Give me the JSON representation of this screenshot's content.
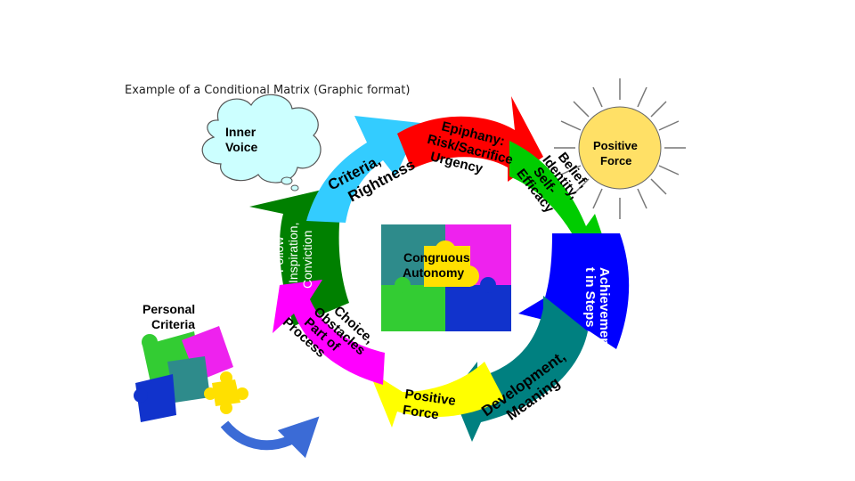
{
  "caption": "Example of  a Conditional Matrix (Graphic format)",
  "thought_bubble": {
    "line1": "Inner",
    "line2": "Voice"
  },
  "personal_criteria": {
    "line1": "Personal",
    "line2": "Criteria"
  },
  "positive_force_sun": {
    "line1": "Positive",
    "line2": "Force"
  },
  "center": {
    "line1": "Congruous",
    "line2": "Autonomy"
  },
  "segments": {
    "criteria": {
      "line1": "Criteria,",
      "line2": "Rightness"
    },
    "epiphany": {
      "line1": "Epiphany:",
      "line2": "Risk/Sacrifice",
      "line3": "Urgency"
    },
    "belief": {
      "line1": "Belief,",
      "line2": "Identity,",
      "line3": "Self-",
      "line4": "Efficacy"
    },
    "achievement": {
      "line1": "Achievemen",
      "line2": "t in Steps"
    },
    "development": {
      "line1": "Development,",
      "line2": "Meaning"
    },
    "positive_force": {
      "line1": "Positive",
      "line2": "Force"
    },
    "choice": {
      "line1": "Choice,",
      "line2": "Obstacles",
      "line3": "Part of",
      "line4": "Process"
    },
    "follow": {
      "line1": "Follow",
      "line2": "Inspiration,",
      "line3": "Conviction"
    }
  },
  "colors": {
    "criteria": "#33ccff",
    "epiphany": "#ff0000",
    "belief": "#00cc00",
    "achievement": "#0000ff",
    "development": "#008080",
    "positive_force": "#ffff00",
    "choice": "#ff00ff",
    "follow": "#008000",
    "sun": "#ffe066",
    "bubble": "#ccffff",
    "puzzle_teal": "#2e8b8b",
    "puzzle_magenta": "#ee22ee",
    "puzzle_green": "#33cc33",
    "puzzle_blue": "#1133cc",
    "puzzle_yellow": "#ffe000"
  }
}
